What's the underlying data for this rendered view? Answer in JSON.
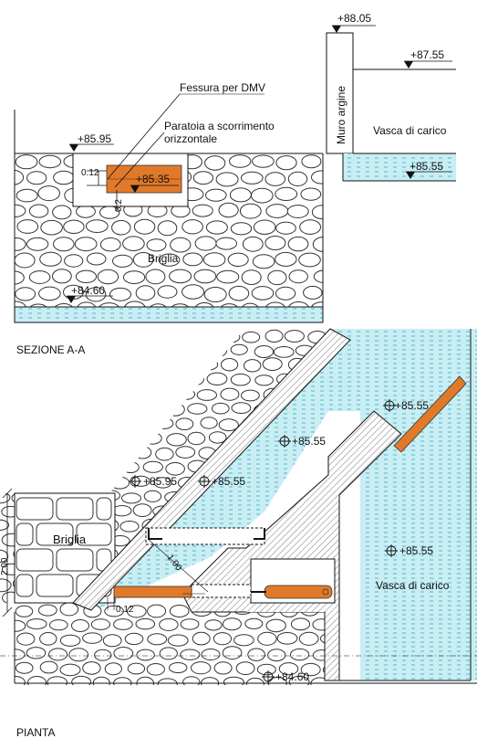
{
  "labels": {
    "elev_8805": "+88.05",
    "elev_8755": "+87.55",
    "elev_8595_section": "+85.95",
    "elev_8535": "+85.35",
    "elev_8555_section": "+85.55",
    "elev_8460_section": "+84.60",
    "muro_argine": "Muro argine",
    "vasca_carico_section": "Vasca di carico",
    "fessura": "Fessura per DMV",
    "paratoia_line1": "Paratoia a scorrimento",
    "paratoia_line2": "orizzontale",
    "dim_012_section": "0.12",
    "dim_020_section": "0.2",
    "briglia_section": "Briglia",
    "sezione_title": "SEZIONE A-A",
    "elev_8555_top": "+85.55",
    "elev_8555_mid": "+85.55",
    "elev_8595_plan": "+85.95",
    "elev_8555_plan": "+85.55",
    "elev_8555_right": "+85.55",
    "briglia_plan": "Briglia",
    "dim_200": "2.00",
    "dim_100": "1.00",
    "dim_012_plan": "0.12",
    "vasca_carico_plan": "Vasca di carico",
    "elev_8460_plan": "+84.60",
    "pianta_title": "PIANTA"
  },
  "colors": {
    "water": "#c8eef4",
    "water_line": "#3aa6c4",
    "concrete_hatch": "#9a9a9a",
    "gate_orange": "#e07a2a",
    "stone_stroke": "#333333"
  }
}
